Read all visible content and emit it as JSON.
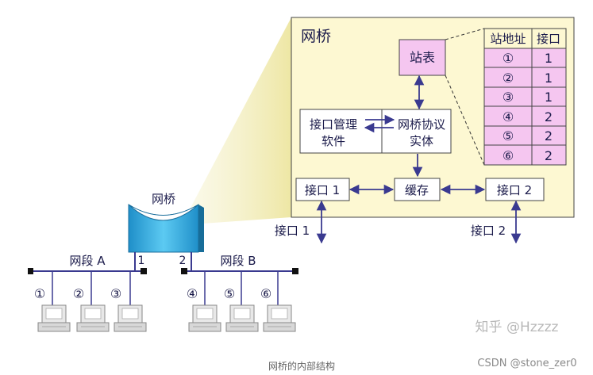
{
  "bridge_detail": {
    "title": "网桥",
    "station_table_label": "站表",
    "port_mgmt_software": [
      "接口管理",
      "软件"
    ],
    "protocol_entity": [
      "网桥协议",
      "实体"
    ],
    "buffer_label": "缓存",
    "port1_box": "接口 1",
    "port2_box": "接口 2"
  },
  "station_table": {
    "headers": [
      "站地址",
      "接口"
    ],
    "rows": [
      {
        "station": "①",
        "port": "1"
      },
      {
        "station": "②",
        "port": "1"
      },
      {
        "station": "③",
        "port": "1"
      },
      {
        "station": "④",
        "port": "2"
      },
      {
        "station": "⑤",
        "port": "2"
      },
      {
        "station": "⑥",
        "port": "2"
      }
    ]
  },
  "external_ports": {
    "port1": "接口 1",
    "port2": "接口 2"
  },
  "bridge_icon": {
    "label": "网桥",
    "left_port": "1",
    "right_port": "2"
  },
  "segments": {
    "a": "网段 A",
    "b": "网段 B"
  },
  "stations": [
    "①",
    "②",
    "③",
    "④",
    "⑤",
    "⑥"
  ],
  "watermarks": {
    "zhihu": "知乎 @Hzzzz",
    "csdn": "CSDN @stone_zer0"
  },
  "caption": "网桥的内部结构",
  "colors": {
    "panel_fill": "#fdf8d2",
    "pink": "#f5c6f0",
    "arrow": "#3a3a90",
    "bridge_blue": "#36b4e6"
  }
}
